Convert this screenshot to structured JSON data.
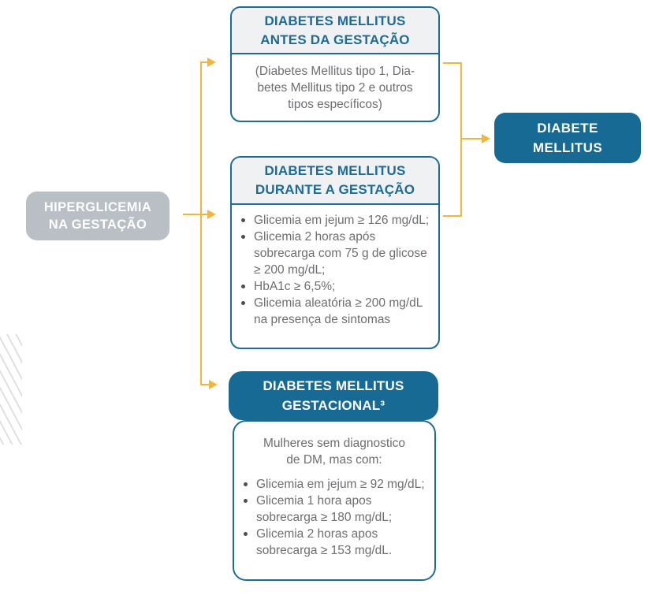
{
  "diagram_title": "Hiperglicemia na gestação — classificação diagnóstica",
  "colors": {
    "blue_border_text": "#1D6B96",
    "blue_fill": "#176A94",
    "header_bg": "#EFF1F3",
    "gray_node_fill": "#B9BFC5",
    "body_text": "#6D6E71",
    "connector_yellow": "#F2B53D"
  },
  "nodes": {
    "hyperglycemia": {
      "lines": [
        "HIPERGLICEMIA",
        "NA GESTAÇÃO"
      ]
    },
    "before": {
      "title_lines": [
        "DIABETES MELLITUS",
        "ANTES DA GESTAÇÃO"
      ],
      "body_lines": [
        "(Diabetes Mellitus tipo 1, Dia-",
        "betes Mellitus tipo 2 e outros",
        "tipos específicos)"
      ]
    },
    "during": {
      "title_lines": [
        "DIABETES MELLITUS",
        "DURANTE A GESTAÇÃO"
      ],
      "bullets": [
        "Glicemia em jejum ≥ 126 mg/dL;",
        "Glicemia 2 horas após sobrecarga com 75 g de glicose ≥ 200 mg/dL;",
        "HbA1c ≥ 6,5%;",
        "Glicemia aleatória ≥ 200 mg/dL na presença de sintomas"
      ]
    },
    "gestational": {
      "title_lines": [
        "DIABETES MELLITUS",
        "GESTACIONAL³"
      ],
      "intro_lines": [
        "Mulheres sem diagnostico",
        "de DM, mas com:"
      ],
      "bullets": [
        "Glicemia em jejum ≥ 92 mg/dL;",
        "Glicemia 1 hora apos sobrecarga ≥ 180 mg/dL;",
        "Glicemia 2 horas apos sobrecarga ≥ 153 mg/dL."
      ]
    },
    "result": {
      "lines": [
        "DIABETE",
        "MELLITUS"
      ]
    }
  }
}
